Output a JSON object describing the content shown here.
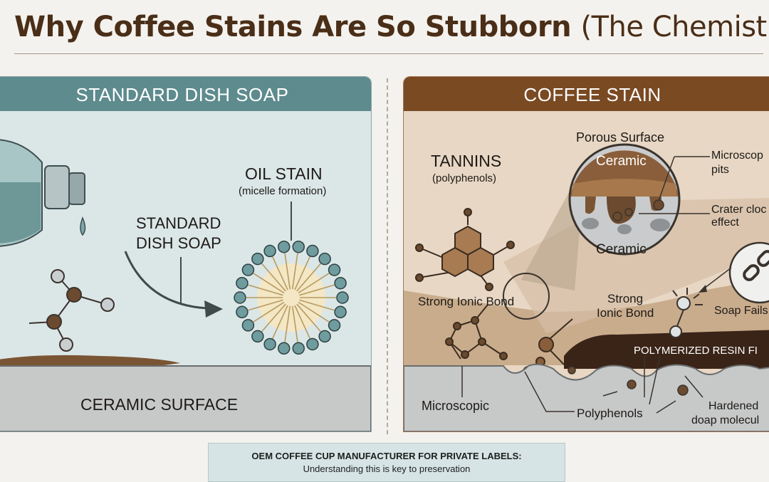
{
  "title": {
    "main": "Why Coffee Stains Are So Stubborn",
    "sub": "(The Chemistry)"
  },
  "left_panel": {
    "header": "STANDARD DISH SOAP",
    "oil_stain": "OIL STAIN",
    "micelle": "(micelle formation)",
    "soap_line1": "STANDARD",
    "soap_line2": "DISH SOAP",
    "surface": "CERAMIC SURFACE"
  },
  "right_panel": {
    "header": "COFFEE STAIN",
    "porous": "Porous Surface",
    "ceramic_top": "Ceramic",
    "ceramic_bottom": "Ceramic",
    "pits_line1": "Microscop",
    "pits_line2": "pits",
    "crater_line1": "Crater cloc",
    "crater_line2": "effect",
    "tannins": "TANNINS",
    "polyphenols_sub": "(polyphenols)",
    "ionic_bond_left": "Strong Ionic Bond",
    "ionic_bond_center_1": "Strong",
    "ionic_bond_center_2": "Ionic Bond",
    "soap_fails": "Soap Fails",
    "resin": "POLYMERIZED RESIN FI",
    "microscopic": "Microscopic",
    "polyphenols": "Polyphenols",
    "hardened_line1": "Hardened",
    "hardened_line2": "doap molecul"
  },
  "footer": {
    "line1": "OEM COFFEE CUP MANUFACTURER FOR PRIVATE LABELS:",
    "line2": "Understanding this is key to preservation"
  },
  "icons": [
    "soap-bottle-icon",
    "molecule-icon",
    "micelle-icon",
    "tannin-molecule-icon",
    "broken-chain-icon",
    "spark-icon"
  ],
  "colors": {
    "title": "#4a2e17",
    "left_header": "#5e8b8d",
    "right_header": "#7a4a23",
    "stain": "#7a5534",
    "resin": "#3a2417"
  }
}
